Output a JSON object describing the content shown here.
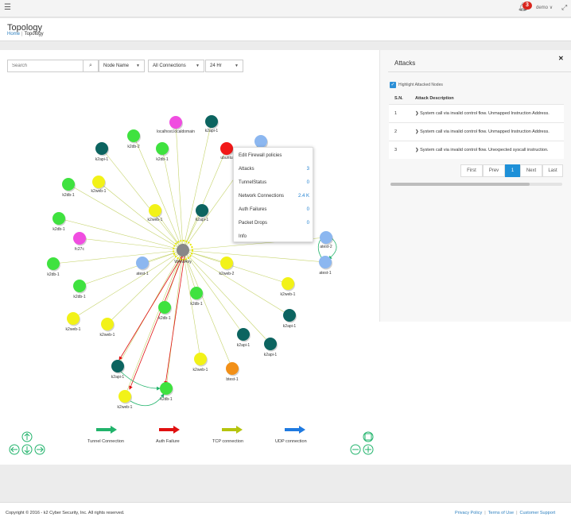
{
  "topbar": {
    "menu_icon": "hamburger-icon",
    "notification_count": "3",
    "user_name": "demo"
  },
  "header": {
    "title": "Topology",
    "breadcrumb_home": "Home",
    "breadcrumb_sep": "|",
    "breadcrumb_current": "Topology"
  },
  "controls": {
    "search_placeholder": "Search",
    "node_name": "Node Name",
    "connections": "All Connections",
    "time_range": "24 Hr"
  },
  "attacks": {
    "title": "Attacks",
    "highlight_label": "Highlight Attacked Nodes",
    "columns": [
      "S.N.",
      "Attack Description"
    ],
    "rows": [
      {
        "sn": "1",
        "desc": "System call via invalid control flow. Unmapped Instruction Address."
      },
      {
        "sn": "2",
        "desc": "System call via invalid control flow. Unmapped Instruction Address."
      },
      {
        "sn": "3",
        "desc": "System call via invalid control flow. Unexpected syscall instruction."
      }
    ],
    "pager": {
      "first": "First",
      "prev": "Prev",
      "current": "1",
      "next": "Next",
      "last": "Last"
    }
  },
  "context_menu": {
    "items": [
      {
        "label": "Edit Firewall policies",
        "value": ""
      },
      {
        "label": "Attacks",
        "value": "3"
      },
      {
        "label": "TunnelStatus",
        "value": "0"
      },
      {
        "label": "Network Connections",
        "value": "2.4 K"
      },
      {
        "label": "Auth Failures",
        "value": "0"
      },
      {
        "label": "Packet Drops",
        "value": "0"
      },
      {
        "label": "Info",
        "value": ""
      }
    ]
  },
  "graph": {
    "hub": {
      "label": "WAN/Any",
      "color": "#888888"
    },
    "nodes": [
      {
        "label": "localhost.localdomain",
        "color": "#f04de0"
      },
      {
        "label": "k2api-1",
        "color": "#0c6460"
      },
      {
        "label": "k2db-2",
        "color": "#3fe23f"
      },
      {
        "label": "k2db-1",
        "color": "#3fe23f"
      },
      {
        "label": "ubuntu",
        "color": "#f21818"
      },
      {
        "label": "",
        "color": "#8cb7f0"
      },
      {
        "label": "k2api-1",
        "color": "#0c6460"
      },
      {
        "label": "k2web-1",
        "color": "#f2f218"
      },
      {
        "label": "k2db-1",
        "color": "#3fe23f"
      },
      {
        "label": "k2web-1",
        "color": "#f2f218"
      },
      {
        "label": "k2api-1",
        "color": "#0c6460"
      },
      {
        "label": "k2db-1",
        "color": "#3fe23f"
      },
      {
        "label": "fc27c",
        "color": "#f04de0"
      },
      {
        "label": "k2db-1",
        "color": "#3fe23f"
      },
      {
        "label": "atest-1",
        "color": "#8cb7f0"
      },
      {
        "label": "k2web-2",
        "color": "#f2f218"
      },
      {
        "label": "k2db-1",
        "color": "#3fe23f"
      },
      {
        "label": "k2web-1",
        "color": "#f2f218"
      },
      {
        "label": "k2web-1",
        "color": "#f2f218"
      },
      {
        "label": "k2db-1",
        "color": "#3fe23f"
      },
      {
        "label": "k2db-1",
        "color": "#3fe23f"
      },
      {
        "label": "k2api-1",
        "color": "#0c6460"
      },
      {
        "label": "k2web-1",
        "color": "#f2f218"
      },
      {
        "label": "k2api-1",
        "color": "#0c6460"
      },
      {
        "label": "k2api-1",
        "color": "#0c6460"
      },
      {
        "label": "k2web-1",
        "color": "#f2f218"
      },
      {
        "label": "btest-1",
        "color": "#f29018"
      },
      {
        "label": "k2api-1",
        "color": "#0c6460"
      },
      {
        "label": "k2web-1",
        "color": "#f2f218"
      },
      {
        "label": "k2db-1",
        "color": "#3fe23f"
      },
      {
        "label": "atest-2",
        "color": "#8cb7f0"
      },
      {
        "label": "atest-1",
        "color": "#8cb7f0"
      }
    ]
  },
  "legend": [
    {
      "label": "Tunnel Connection",
      "color": "#21b36b"
    },
    {
      "label": "Auth Failure",
      "color": "#e01010"
    },
    {
      "label": "TCP connection",
      "color": "#b5c40e"
    },
    {
      "label": "UDP connection",
      "color": "#1f7ae0"
    }
  ],
  "footer": {
    "copyright": "Copyright © 2016 - k2 Cyber Security, Inc. All rights reserved.",
    "privacy": "Privacy Policy",
    "terms": "Terms of Use",
    "support": "Customer Support",
    "sep": "|"
  }
}
